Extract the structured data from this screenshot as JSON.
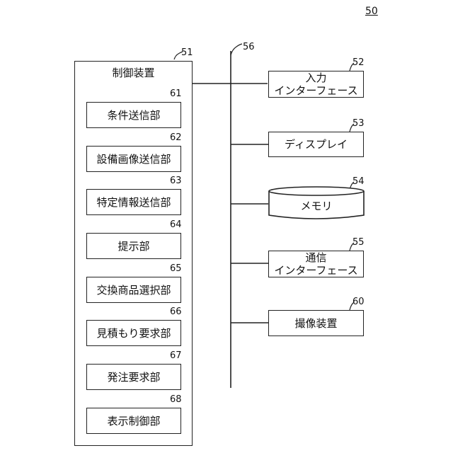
{
  "figure_number": "50",
  "controller": {
    "ref": "51",
    "title": "制御装置"
  },
  "bus": {
    "ref": "56"
  },
  "units": [
    {
      "ref": "61",
      "label": "条件送信部"
    },
    {
      "ref": "62",
      "label": "設備画像送信部"
    },
    {
      "ref": "63",
      "label": "特定情報送信部"
    },
    {
      "ref": "64",
      "label": "提示部"
    },
    {
      "ref": "65",
      "label": "交換商品選択部"
    },
    {
      "ref": "66",
      "label": "見積もり要求部"
    },
    {
      "ref": "67",
      "label": "発注要求部"
    },
    {
      "ref": "68",
      "label": "表示制御部"
    }
  ],
  "devices": [
    {
      "ref": "52",
      "line1": "入力",
      "line2": "インターフェース"
    },
    {
      "ref": "53",
      "line1": "ディスプレイ",
      "line2": ""
    },
    {
      "ref": "54",
      "line1": "メモリ",
      "line2": ""
    },
    {
      "ref": "55",
      "line1": "通信",
      "line2": "インターフェース"
    },
    {
      "ref": "60",
      "line1": "撮像装置",
      "line2": ""
    }
  ]
}
